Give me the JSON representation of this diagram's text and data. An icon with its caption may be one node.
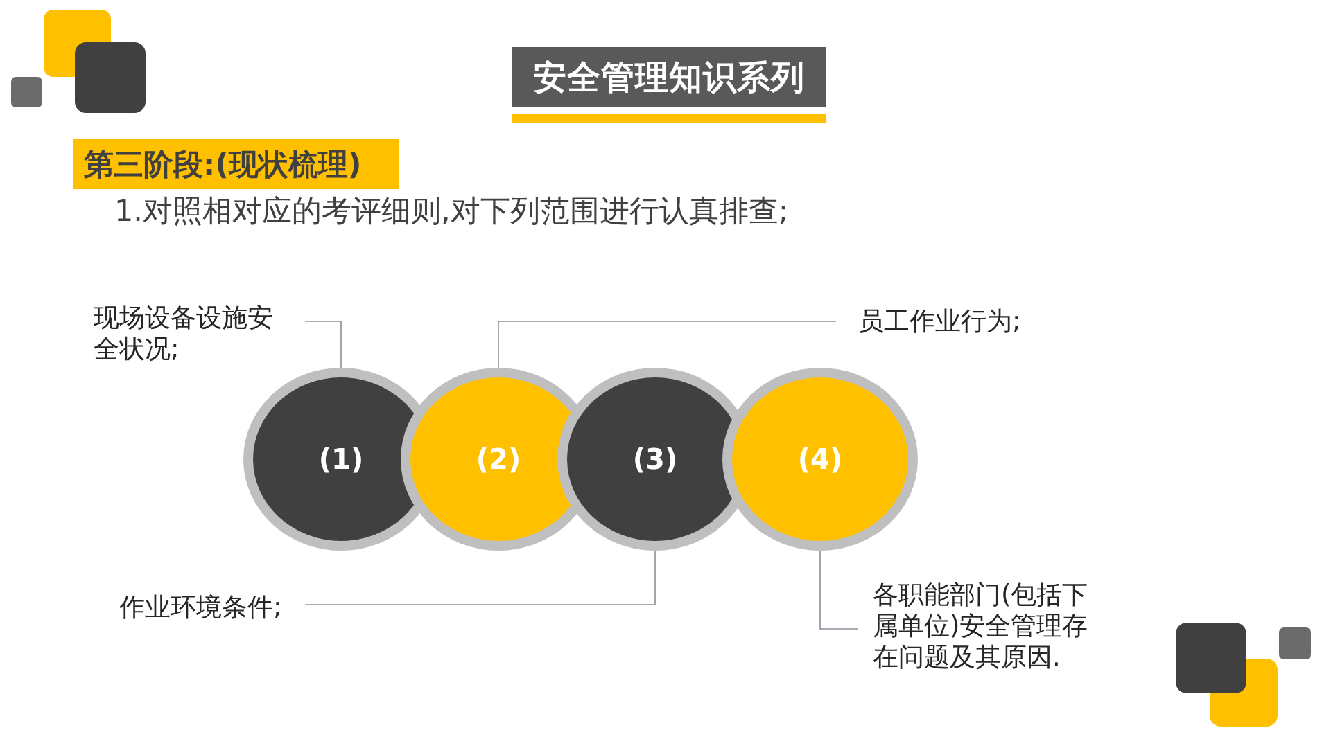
{
  "diagram": {
    "title": "安全管理知识系列",
    "nodes": [
      {
        "text": [
          "第三阶段:(现状梳理)"
        ]
      },
      {
        "text": [
          "现场设备设施安全状况;"
        ]
      },
      {
        "text": [
          "员工作业行为;"
        ]
      },
      {
        "text": [
          "(1)"
        ]
      },
      {
        "text": [
          "(2)"
        ]
      },
      {
        "text": [
          "(3)"
        ]
      },
      {
        "text": [
          "(4)"
        ]
      },
      {
        "text": [
          "作业环境条件;"
        ]
      },
      {
        "text": [
          "各职能部门(包括下属单位)安全管理存在问题及其原因."
        ]
      }
    ],
    "edges": [
      {
        "from": 1,
        "to": 3,
        "arrow": "none"
      },
      {
        "from": 2,
        "to": 4,
        "arrow": "none"
      },
      {
        "from": 7,
        "to": 5,
        "arrow": "none"
      },
      {
        "from": 8,
        "to": 6,
        "arrow": "none"
      }
    ],
    "labels": [
      "1.对照相对应的考评细则,对下列范围进行认真排查;"
    ]
  }
}
